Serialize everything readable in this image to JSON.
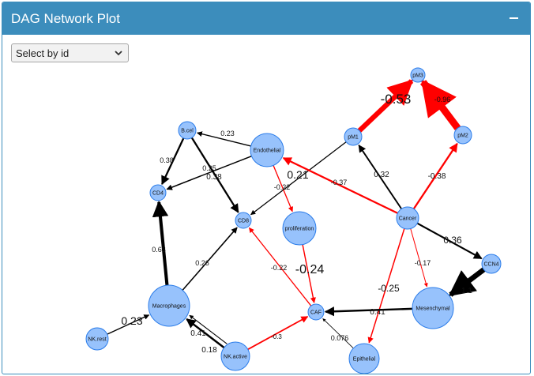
{
  "panel": {
    "title": "DAG Network Plot",
    "collapse_icon": "minus-icon"
  },
  "selector": {
    "selected": "Select by id",
    "icon": "chevron-down-icon"
  },
  "colors": {
    "header": "#3c8dbc",
    "node_fill": "#97c2fc",
    "node_stroke": "#2b7ce9",
    "positive_edge": "#000000",
    "negative_edge": "#ff0000"
  },
  "nodes": [
    {
      "id": "pM3",
      "label": "pM3"
    },
    {
      "id": "pM1",
      "label": "pM1"
    },
    {
      "id": "pM2",
      "label": "pM2"
    },
    {
      "id": "B.cell",
      "label": "B.cel"
    },
    {
      "id": "Endothelial",
      "label": "Endothelial"
    },
    {
      "id": "CD4",
      "label": "CD4"
    },
    {
      "id": "CD8",
      "label": "CD8"
    },
    {
      "id": "proliferation",
      "label": "proliferation"
    },
    {
      "id": "Cancer",
      "label": "Cancer"
    },
    {
      "id": "CCN4",
      "label": "CCN4"
    },
    {
      "id": "Mesenchymal",
      "label": "Mesenchymal"
    },
    {
      "id": "Macrophages",
      "label": "Macrophages"
    },
    {
      "id": "CAF",
      "label": "CAF"
    },
    {
      "id": "NK.rest",
      "label": "NK.rest"
    },
    {
      "id": "NK.active",
      "label": "NK.active"
    },
    {
      "id": "Epithelial",
      "label": "Epithelial"
    }
  ],
  "edges": [
    {
      "from": "pM1",
      "to": "pM3",
      "label": "-0.53",
      "weight": -0.53
    },
    {
      "from": "pM2",
      "to": "pM3",
      "label": "-0.96",
      "weight": -0.96
    },
    {
      "from": "Cancer",
      "to": "pM1",
      "label": "0.32",
      "weight": 0.32
    },
    {
      "from": "Cancer",
      "to": "pM2",
      "label": "-0.38",
      "weight": -0.38
    },
    {
      "from": "Endothelial",
      "to": "B.cell",
      "label": "0.23",
      "weight": 0.23
    },
    {
      "from": "B.cell",
      "to": "CD4",
      "label": "0.38",
      "weight": 0.38
    },
    {
      "from": "Endothelial",
      "to": "CD4",
      "label": "0.25",
      "weight": 0.25
    },
    {
      "from": "B.cell",
      "to": "CD8",
      "label": "0.38",
      "weight": 0.38
    },
    {
      "from": "pM1",
      "to": "CD8",
      "label": "0.21",
      "weight": 0.21
    },
    {
      "from": "Endothelial",
      "to": "proliferation",
      "label": "-0.22",
      "weight": -0.22
    },
    {
      "from": "Cancer",
      "to": "Endothelial",
      "label": "-0.37",
      "weight": -0.37
    },
    {
      "from": "proliferation",
      "to": "CAF",
      "label": "-0.24",
      "weight": -0.24
    },
    {
      "from": "Cancer",
      "to": "CCN4",
      "label": "0.36",
      "weight": 0.36
    },
    {
      "from": "Cancer",
      "to": "Mesenchymal",
      "label": "-0.17",
      "weight": -0.17
    },
    {
      "from": "Cancer",
      "to": "Epithelial",
      "label": "-0.25",
      "weight": -0.25
    },
    {
      "from": "CCN4",
      "to": "Mesenchymal",
      "label": "1.1",
      "weight": 1.1
    },
    {
      "from": "Mesenchymal",
      "to": "CAF",
      "label": "0.41",
      "weight": 0.41
    },
    {
      "from": "CAF",
      "to": "CD8",
      "label": "-0.22",
      "weight": -0.22
    },
    {
      "from": "Macrophages",
      "to": "CD4",
      "label": "0.68",
      "weight": 0.68
    },
    {
      "from": "Macrophages",
      "to": "CD8",
      "label": "0.26",
      "weight": 0.26
    },
    {
      "from": "NK.rest",
      "to": "Macrophages",
      "label": "0.23",
      "weight": 0.23
    },
    {
      "from": "NK.active",
      "to": "Macrophages",
      "label": "0.41",
      "weight": 0.41
    },
    {
      "from": "NK.active",
      "to": "Macrophages",
      "label": "0.18",
      "weight": 0.18
    },
    {
      "from": "NK.active",
      "to": "CAF",
      "label": "-0.3",
      "weight": -0.3
    },
    {
      "from": "Epithelial",
      "to": "CAF",
      "label": "0.076",
      "weight": 0.076
    }
  ]
}
